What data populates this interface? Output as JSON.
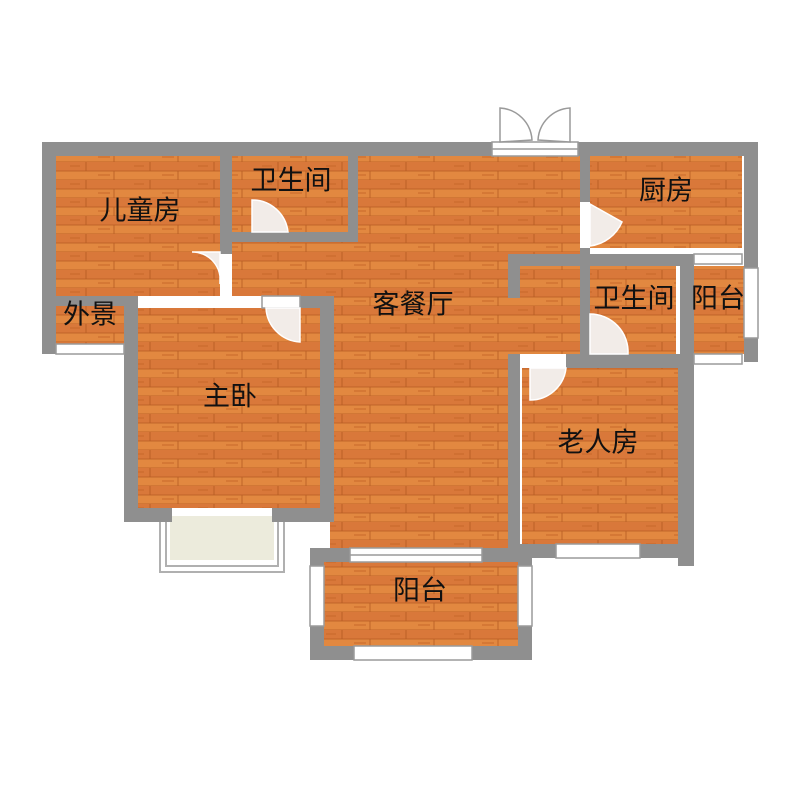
{
  "colors": {
    "wood_light": "#e28840",
    "wood_dark": "#c8672a",
    "wood_seam": "#b55a22",
    "wall": "#8f8f8f",
    "window": "#ffffff",
    "window_frame": "#9a9a9a",
    "bay_floor": "#ecebdc",
    "door_swing": "#f2ece8"
  },
  "rooms": {
    "children_room": "儿童房",
    "bathroom_top": "卫生间",
    "kitchen": "厨房",
    "outdoor_view": "外景",
    "living_dining": "客餐厅",
    "bathroom_right": "卫生间",
    "balcony_right": "阳台",
    "master_bedroom": "主卧",
    "elderly_room": "老人房",
    "balcony_bottom": "阳台"
  }
}
